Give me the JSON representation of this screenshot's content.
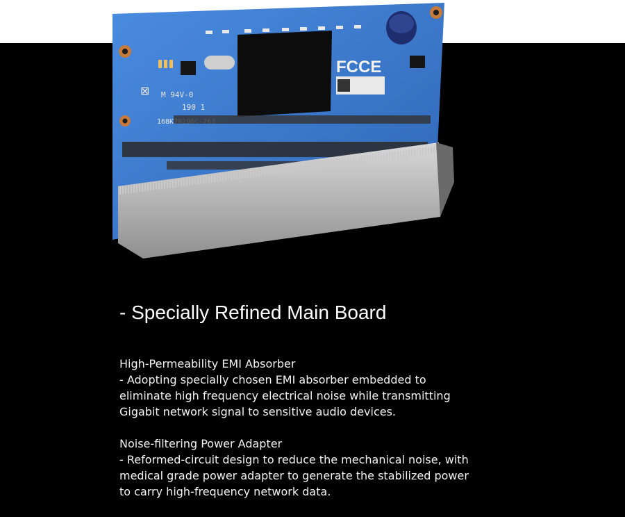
{
  "headline": "- Specially Refined Main Board",
  "features": [
    {
      "title": "High-Permeability EMI Absorber",
      "lines": [
        "- Adopting specially chosen EMI absorber embedded to",
        "eliminate high frequency electrical noise while transmitting",
        "Gigabit network signal to sensitive audio devices."
      ]
    },
    {
      "title": "Noise-filtering Power Adapter",
      "lines": [
        "- Reformed-circuit design to reduce the mechanical noise, with",
        "medical grade power adapter to generate the stabilized power",
        "to carry high-frequency network data."
      ]
    }
  ],
  "board_marks": {
    "fcc_ce": "FCCE",
    "ul": "M 94V-0",
    "code1": "190 1",
    "code2": "168K2N196C-763"
  },
  "colors": {
    "background": "#000000",
    "top_band": "#ffffff",
    "pcb": "#3f7fcf",
    "shield": "#b8b8b8",
    "text": "#ffffff"
  }
}
